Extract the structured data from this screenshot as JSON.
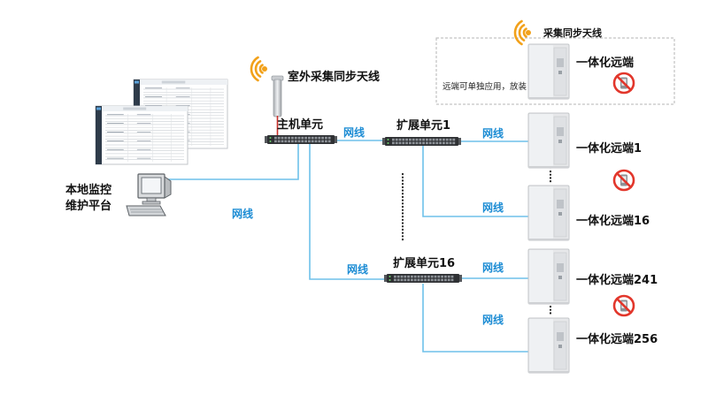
{
  "antennas": {
    "outdoor_label": "室外采集同步天线",
    "remote_label": "采集同步天线"
  },
  "units": {
    "main": "主机单元",
    "ext1": "扩展单元1",
    "ext16": "扩展单元16"
  },
  "remotes": {
    "standalone": "一体化远端",
    "r1": "一体化远端1",
    "r16": "一体化远端16",
    "r241": "一体化远端241",
    "r256": "一体化远端256"
  },
  "standalone_note": "远端可单独应用，放装",
  "monitor": {
    "line1": "本地监控",
    "line2": "维护平台"
  },
  "cable_labels": [
    "网线",
    "网线",
    "网线",
    "网线",
    "网线",
    "网线",
    "网线"
  ],
  "colors": {
    "cable_line": "#6ec1ea",
    "cable_label": "#1c8cd4",
    "no_signal": "#e2362b",
    "antenna_signal": "#f2a11a"
  }
}
